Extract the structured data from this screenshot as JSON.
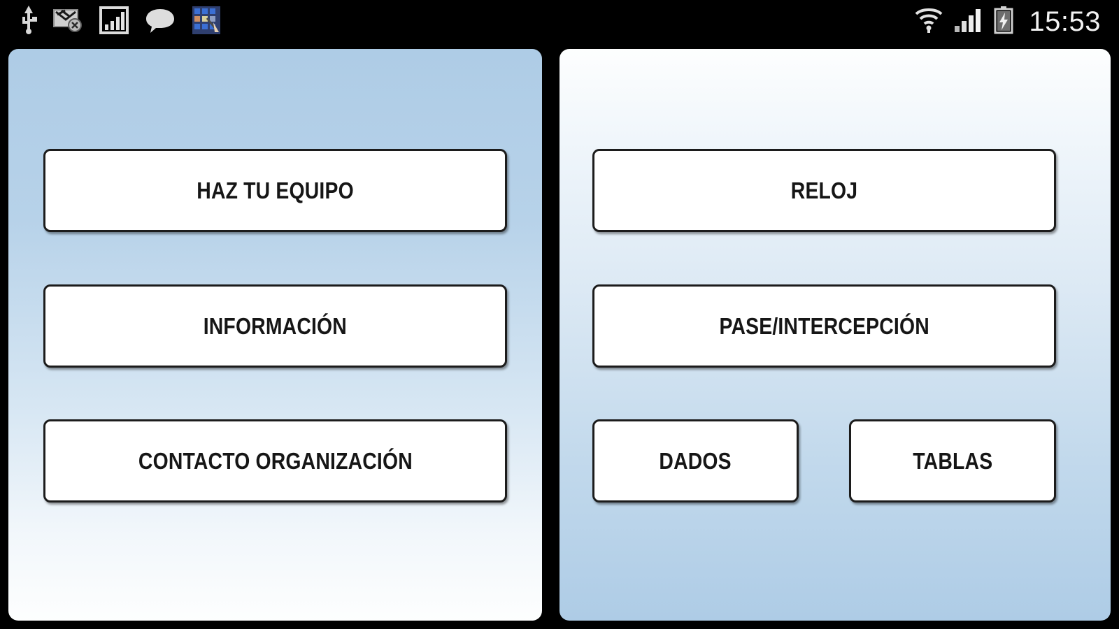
{
  "status_bar": {
    "clock": "15:53",
    "left_icons": [
      {
        "name": "usb-icon",
        "label": "USB connected"
      },
      {
        "name": "mail-error-icon",
        "label": "Message sync error"
      },
      {
        "name": "data-usage-icon",
        "label": "Data usage"
      },
      {
        "name": "chat-bubble-icon",
        "label": "Chat message"
      },
      {
        "name": "app-grid-icon",
        "label": "Application"
      }
    ],
    "right_icons": [
      {
        "name": "wifi-icon",
        "label": "Wi-Fi signal"
      },
      {
        "name": "cellular-signal-icon",
        "label": "Cellular signal"
      },
      {
        "name": "battery-charging-icon",
        "label": "Battery charging"
      }
    ]
  },
  "colors": {
    "panel_blue": "#aecce6",
    "panel_white": "#fdfefe",
    "button_fill": "#ffffff",
    "button_border": "#1c1c1c",
    "status_bar_bg": "#000000",
    "text": "#161616",
    "clock_text": "#f2f2f2"
  },
  "panels": [
    {
      "id": "left",
      "buttons": [
        {
          "label": "HAZ TU EQUIPO"
        },
        {
          "label": "INFORMACIÓN"
        },
        {
          "label": "CONTACTO ORGANIZACIÓN"
        }
      ]
    },
    {
      "id": "right",
      "buttons": [
        {
          "label": "RELOJ"
        },
        {
          "label": "PASE/INTERCEPCIÓN"
        },
        {
          "label": "DADOS"
        },
        {
          "label": "TABLAS"
        }
      ]
    }
  ]
}
